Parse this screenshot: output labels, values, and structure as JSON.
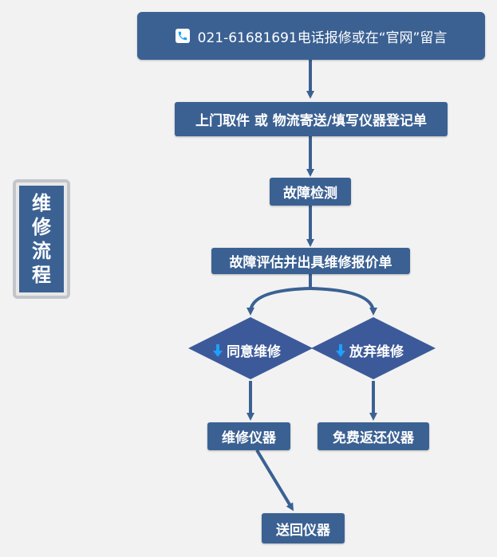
{
  "top": {
    "text": "021-61681691电话报修或在“官网”留言",
    "icon": "phone-icon"
  },
  "side_title": [
    "维",
    "修",
    "流",
    "程"
  ],
  "steps": {
    "pickup": "上门取件 或 物流寄送/填写仪器登记单",
    "detect": "故障检测",
    "evaluate": "故障评估并出具维修报价单",
    "agree": "同意维修",
    "abandon": "放弃维修",
    "repair": "维修仪器",
    "return_free": "免费返还仪器",
    "send_back": "送回仪器"
  },
  "colors": {
    "box": "#3b6193",
    "diamond": "#3c5a9a",
    "line": "#3b6193",
    "icon_arrow": "#1ea0ff"
  }
}
